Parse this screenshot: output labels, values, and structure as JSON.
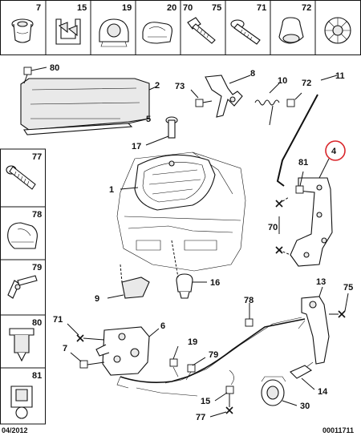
{
  "top_strip_labels": [
    "7",
    "15",
    "19",
    "20",
    "70",
    "75",
    "71",
    "72"
  ],
  "side_panel_labels": [
    "77",
    "78",
    "79",
    "80",
    "81"
  ],
  "callouts": {
    "c80": "80",
    "c2": "2",
    "c73": "73",
    "c8": "8",
    "c10": "10",
    "c72": "72",
    "c11": "11",
    "c5": "5",
    "c17": "17",
    "c1": "1",
    "c4": "4",
    "c81": "81",
    "c70": "70",
    "c9": "9",
    "c16": "16",
    "c71": "71",
    "c6": "6",
    "c7": "7",
    "c78": "78",
    "c13": "13",
    "c75": "75",
    "c19": "19",
    "c79": "79",
    "c15": "15",
    "c14": "14",
    "c30": "30",
    "c77": "77"
  },
  "highlighted_callout": "4",
  "highlight_color": "#d9262b",
  "footer": {
    "date": "04/2012",
    "reference": "00011711"
  }
}
